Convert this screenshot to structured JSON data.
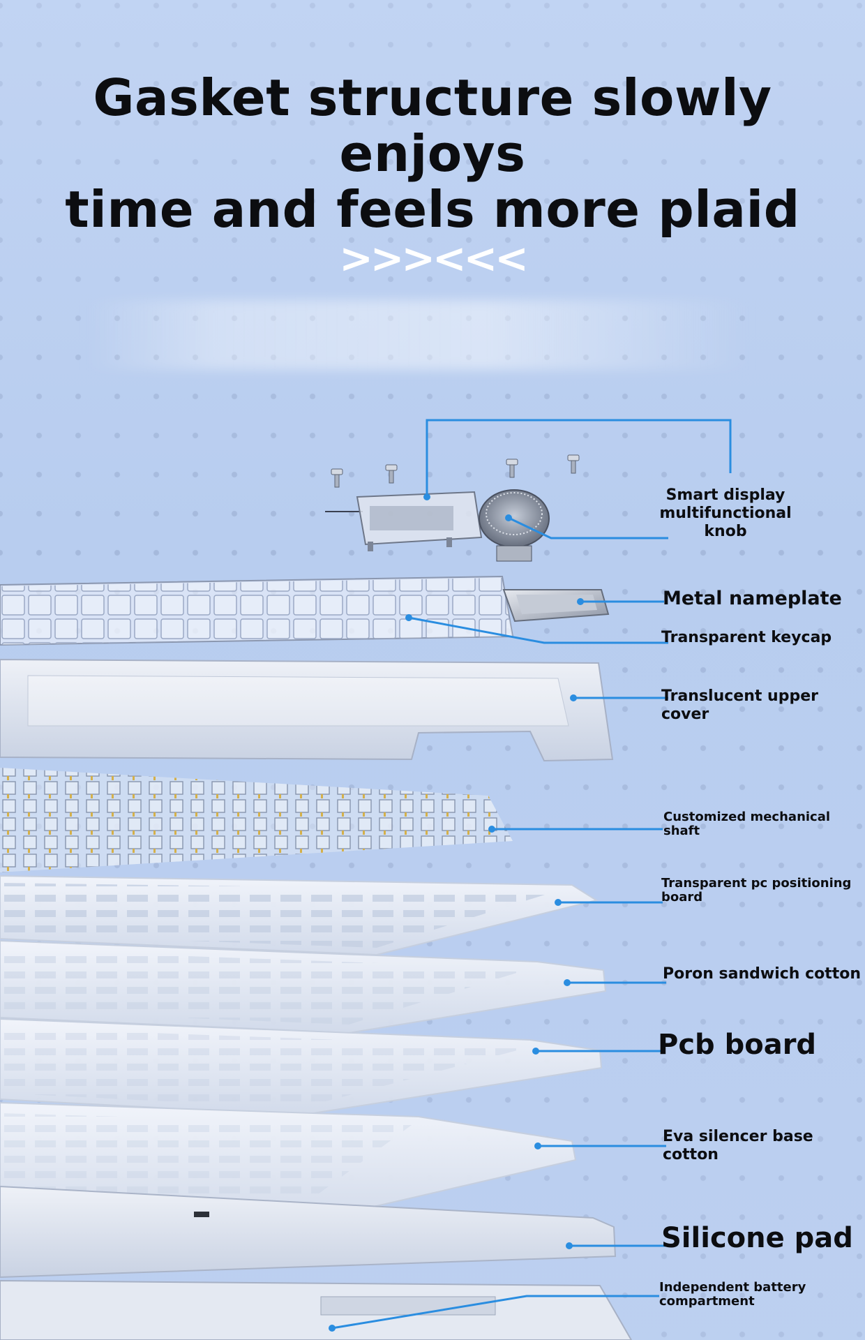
{
  "headline": {
    "line1": "Gasket structure slowly enjoys",
    "line2": "time and feels more plaid"
  },
  "divider": ">>><<<",
  "colors": {
    "background": "#b8cdef",
    "callout": "#2a8de0",
    "text": "#0c0d10"
  },
  "labels": {
    "knob": [
      "Smart display",
      "multifunctional",
      "knob"
    ],
    "nameplate": "Metal nameplate",
    "keycap": "Transparent keycap",
    "upper_cover": "Translucent upper cover",
    "shaft": "Customized mechanical shaft",
    "pc_board": [
      "Transparent pc positioning",
      "board"
    ],
    "poron": "Poron sandwich cotton",
    "pcb": "Pcb board",
    "eva": "Eva silencer base cotton",
    "silicone": "Silicone pad",
    "battery": [
      "Independent battery",
      "compartment"
    ]
  }
}
